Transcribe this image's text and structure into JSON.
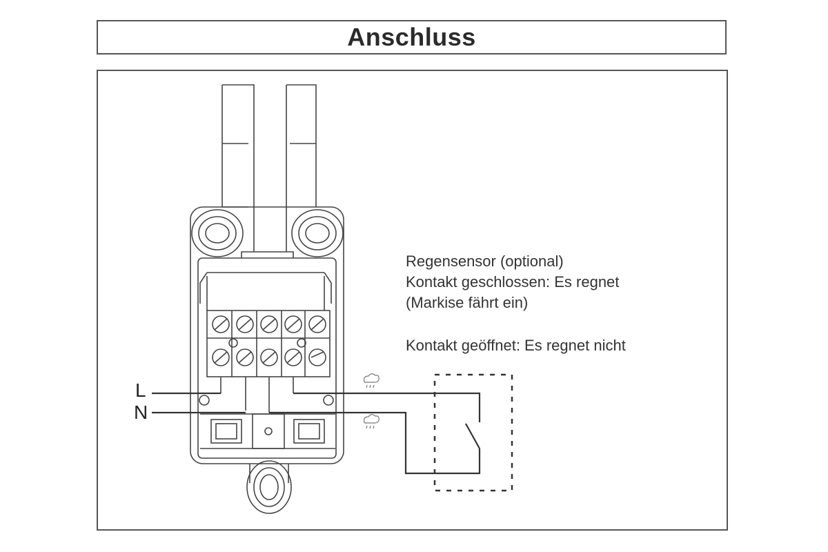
{
  "header": {
    "title": "Anschluss"
  },
  "wiring": {
    "label_l": "L",
    "label_n": "N"
  },
  "rain_sensor": {
    "line1": "Regensensor (optional)",
    "line2": "Kontakt geschlossen: Es regnet",
    "line3": "(Markise fährt ein)",
    "line4": "Kontakt geöffnet: Es regnet nicht"
  },
  "colors": {
    "line": "#333333",
    "border": "#555555",
    "light_line": "#888888"
  }
}
